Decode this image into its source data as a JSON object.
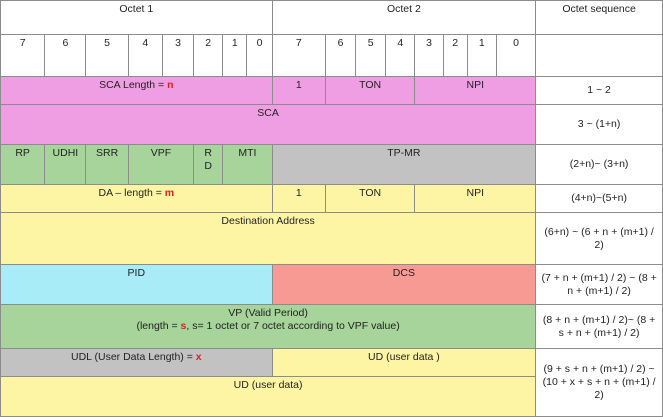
{
  "header": {
    "octet1": "Octet 1",
    "octet2": "Octet 2",
    "octet_sequence": "Octet sequence",
    "bits1": [
      "7",
      "6",
      "5",
      "4",
      "3",
      "2",
      "1",
      "0"
    ],
    "bits2": [
      "7",
      "6",
      "5",
      "4",
      "3",
      "2",
      "1",
      "0"
    ]
  },
  "rows": {
    "sca_length": {
      "label": "SCA Length = ",
      "var": "n",
      "bit": "1",
      "ton": "TON",
      "npi": "NPI",
      "seq": "1 ~ 2"
    },
    "sca": {
      "label": "SCA",
      "seq": "3 ~ (1+n)"
    },
    "flags": {
      "rp": "RP",
      "udhi": "UDHI",
      "srr": "SRR",
      "vpf": "VPF",
      "rd": "R D",
      "mti": "MTI",
      "tp_mr": "TP-MR",
      "seq": "(2+n)~ (3+n)"
    },
    "da_length": {
      "label": "DA – length = ",
      "var": "m",
      "bit": "1",
      "ton": "TON",
      "npi": "NPI",
      "seq": "(4+n)~(5+n)"
    },
    "dest_addr": {
      "label": "Destination Address",
      "seq": "(6+n) ~ (6 + n + (m+1) / 2)"
    },
    "pid_dcs": {
      "pid": "PID",
      "dcs": "DCS",
      "seq": "(7 + n + (m+1) / 2) ~ (8 + n + (m+1) / 2)"
    },
    "vp": {
      "line1": "VP (Valid Period)",
      "pre": "(length = ",
      "var": "s",
      "post": ", s= 1 octet or 7 octet according to VPF value)",
      "seq": "(8 + n + (m+1) / 2)~ (8 + s + n + (m+1) / 2)"
    },
    "udl": {
      "label": "UDL (User Data Length) = ",
      "var": "x",
      "ud": "UD (user data )",
      "seq": "(9 + s + n + (m+1) / 2) ~(10 + x + s + n + (m+1) / 2)"
    },
    "ud": {
      "label": "UD (user data)"
    }
  }
}
